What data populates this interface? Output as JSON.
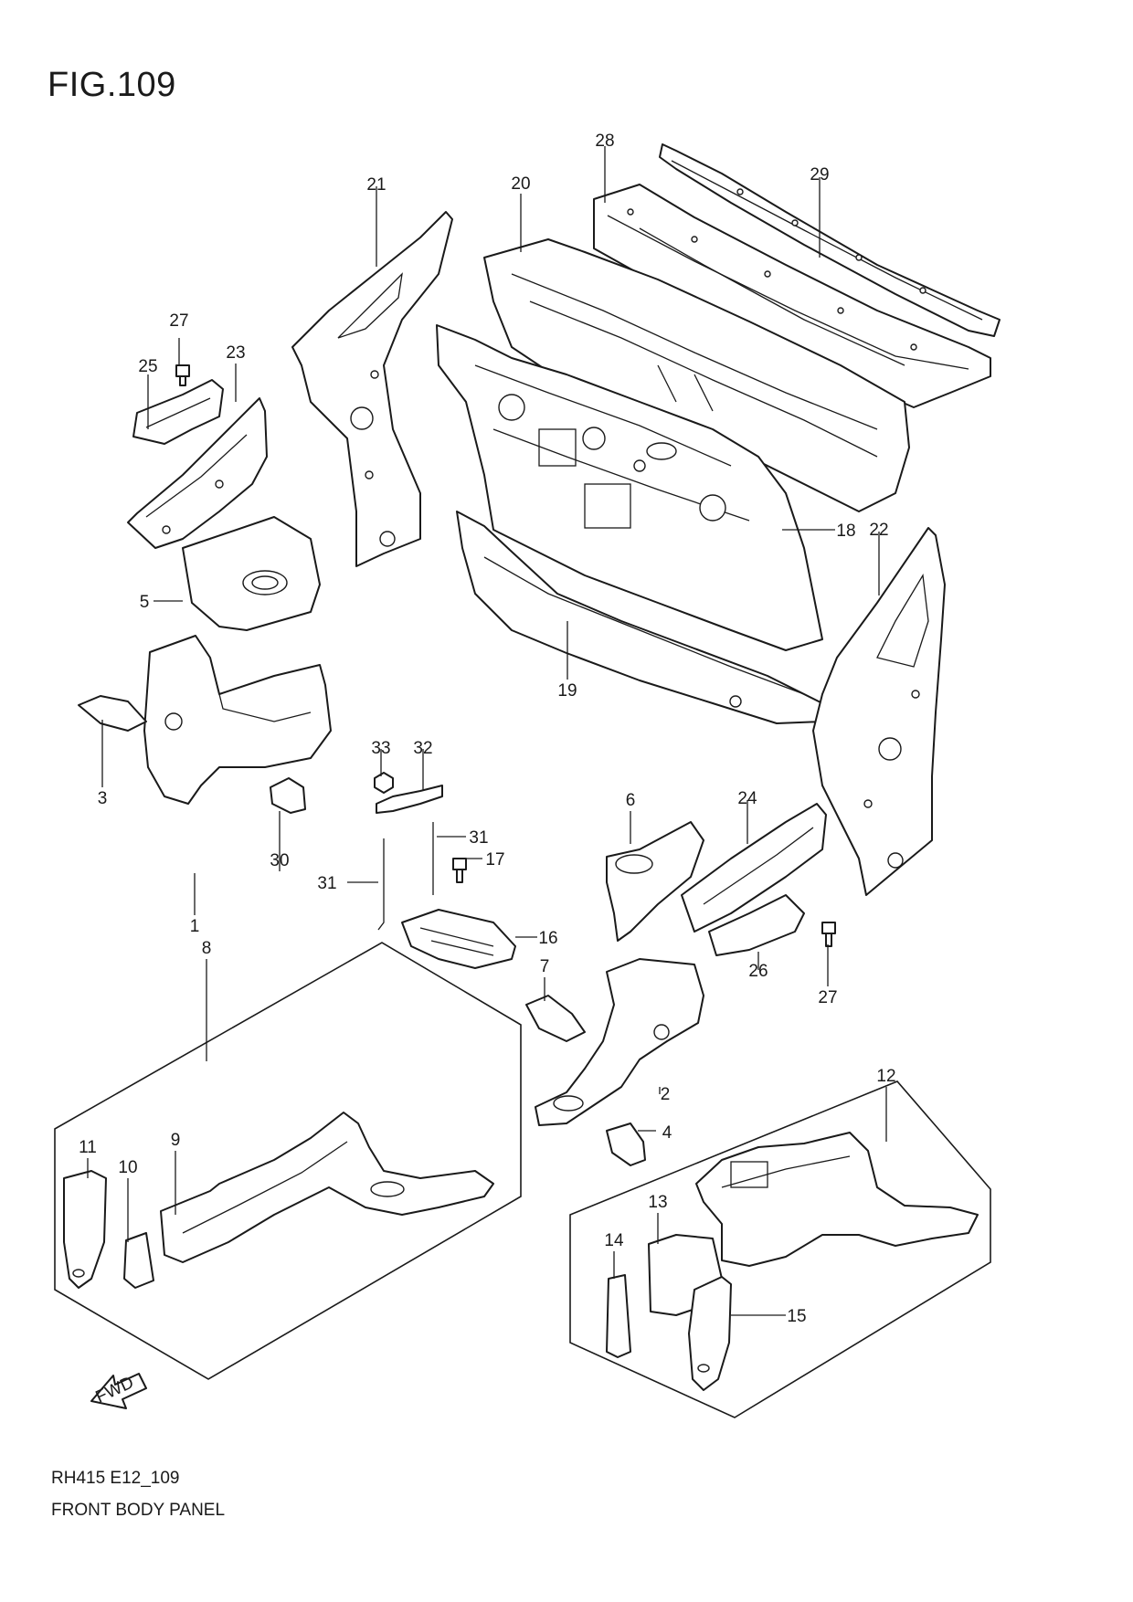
{
  "figure": {
    "title": "FIG.109",
    "code": "RH415 E12_109",
    "name": "FRONT BODY PANEL",
    "fwd_label": "FWD"
  },
  "callouts": [
    "1",
    "2",
    "3",
    "4",
    "5",
    "6",
    "7",
    "8",
    "9",
    "10",
    "11",
    "12",
    "13",
    "14",
    "15",
    "16",
    "17",
    "18",
    "19",
    "20",
    "21",
    "22",
    "23",
    "24",
    "25",
    "26",
    "27",
    "27",
    "28",
    "29",
    "30",
    "31",
    "31",
    "32",
    "33"
  ]
}
